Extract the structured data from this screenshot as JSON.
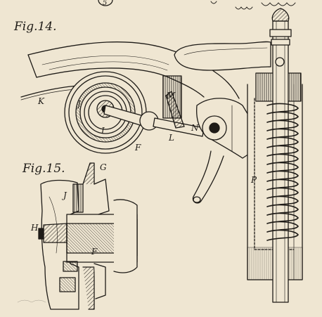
{
  "plate": {
    "top_mark": "5",
    "figures": [
      {
        "id": "fig14",
        "title": "Fig.14.",
        "parts": {
          "K": "K",
          "J": "J",
          "I": "I",
          "F": "F",
          "L": "L",
          "M": "M",
          "N": "N",
          "P": "P"
        }
      },
      {
        "id": "fig15",
        "title": "Fig.15.",
        "parts": {
          "G": "G",
          "J": "J",
          "H": "H",
          "F": "F"
        }
      }
    ]
  },
  "colors": {
    "paper": "#efe6d2",
    "ink": "#1e1b17"
  }
}
